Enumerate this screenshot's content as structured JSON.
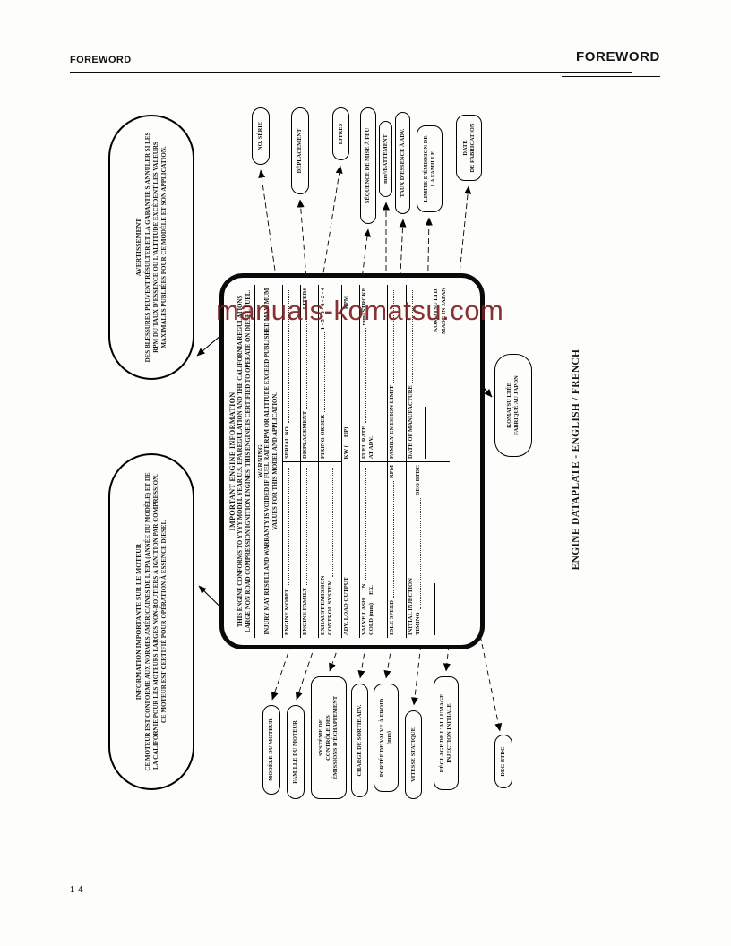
{
  "page": {
    "header_left": "FOREWORD",
    "header_right": "FOREWORD",
    "watermark": "manuals-komatsu.com",
    "page_number": "1-4",
    "caption": "ENGINE DATAPLATE - ENGLISH / FRENCH"
  },
  "colors": {
    "watermark_red": "#7e1d1d",
    "ink": "#141414"
  },
  "ovals": {
    "info": {
      "title": "INFORMATION IMPORTANTE SUR LE MOTEUR",
      "body": "CE MOTEUR EST CONFORME AUX NORMES AMÉRICAINES DE L'EPA (ANNÉE DU MODÈLE) ET DE LA CALIFORNIE POUR LES MOTEURS LARGES NON-ROUTIERS À IGNITION PAR COMPRESSION.  CE MOTEUR EST CERTIFIÉ POUR OPÉRATION À ESSENCE DIESEL"
    },
    "warning": {
      "title": "AVERTISSEMENT",
      "body": "DES BLESSURES PEUVENT RÉSULTER ET LA GARANTIE S'ANNULER SI LES RPM DU TAUX D'ESSENCE OU L'ALTITUDE EXCÈDENT LES VALEURS MAXIMALES PUBLIÉES POUR CE MODÈLE ET SON APPLICATION."
    }
  },
  "plate": {
    "title": "IMPORTANT ENGINE INFORMATION",
    "para": "THIS ENGINE CONFORMS TO YYYY MODEL YEAR U.S. EPA REGULATION AND THE CALIFORNIA REGULATIONS LARGE NON ROAD COMPRESSION IGNITION ENGINES. THIS ENGINE IS CERTIFIED TO OPERATE ON DIESEL FUEL.",
    "warning_title": "WARNING",
    "warning_para": "INJURY MAY RESULT AND WARRANTY IS VOIDED IF FUEL RATE RPM OR ALTITUDE EXCEED PUBLISHED MAXIMUM VALUES FOR THIS MODEL AND APPLICATION.",
    "fields": {
      "engine_model": "ENGINE MODEL",
      "serial_no": "SERIAL NO.",
      "engine_family": "ENGINE FAMILY",
      "displacement": "DISPLACEMENT",
      "liters": "LITERS",
      "exhaust_line1": "EXHAUST EMISSION",
      "exhaust_line2": "CONTROL SYSTEM",
      "firing_order": "FIRING ORDER",
      "firing_order_value": "1 - 5 - 3 - 6 - 2 - 4",
      "adv_load_output": "ADV. LOAD OUTPUT",
      "kw": "KW (",
      "hp": "HP)",
      "rpm": "RPM",
      "valve_lash": "VALVE LASH",
      "cold_mm": "COLD (mm)",
      "valve_in": "IN.",
      "valve_ex": "EX.",
      "fuel_rate": "FUEL RATE",
      "at_adv": "AT ADV.",
      "mm3_stroke": "mm³/STROKE",
      "idle_speed": "IDLE SPEED",
      "idle_rpm": "RPM",
      "family_emission_limit": "FAMILY EMISSION LIMIT",
      "initial_injection": "INITIAL INJECTION",
      "timing": "TIMING",
      "deg_btdc": "DEG  BTDC",
      "date_of_manufacture": "DATE OF MANUFACTURE",
      "komatsu": "KOMATSU LTD.",
      "made_in_japan": "MADE IN JAPAN"
    }
  },
  "bubbles_right": [
    {
      "id": "no-serie",
      "text": "NO. SÉRIE"
    },
    {
      "id": "deplacement",
      "text": "DÉPLACEMENT"
    },
    {
      "id": "litres",
      "text": "LITRES"
    },
    {
      "id": "sequence-mise-a-feu",
      "text": "SÉQUENCE DE MISE À FEU"
    },
    {
      "id": "mm3-battement",
      "text": "mm³/BATTEMENT"
    },
    {
      "id": "taux-essence-adv",
      "text": "TAUX D'ESSENCE À ADV."
    },
    {
      "id": "limite-emission",
      "text": "LIMITE D'ÉMISSION DE\nLA FAMILLE"
    },
    {
      "id": "date-fabrication",
      "text": "DATE\nDE FABRICATION"
    }
  ],
  "bubbles_left": [
    {
      "id": "modele-moteur",
      "text": "MODÈLE DU MOTEUR"
    },
    {
      "id": "famille-moteur",
      "text": "FAMILLE DU MOTEUR"
    },
    {
      "id": "systeme-controle",
      "text": "SYSTÈME DE\nCONTRÔLE DES\nÉMISSIONS D'ÉCHAPPEMENT"
    },
    {
      "id": "charge-sortie",
      "text": "CHARGE DE SORTIE ADV."
    },
    {
      "id": "portee-valve",
      "text": "PORTÉE DE VALVE À FROID\n(mm)"
    },
    {
      "id": "vitesse-statique",
      "text": "VITESSE STATIQUE"
    },
    {
      "id": "reglage-allumage",
      "text": "RÉGLAGE DE L'ALLUMAGE\nINJECTION INITIALE"
    }
  ],
  "bubble_deg_btdc": {
    "text": "DEG  BTDC"
  },
  "bubble_komatsu": {
    "text": "KOMATSU LTÉE\nFABRIQUÉ AU JAPON"
  }
}
